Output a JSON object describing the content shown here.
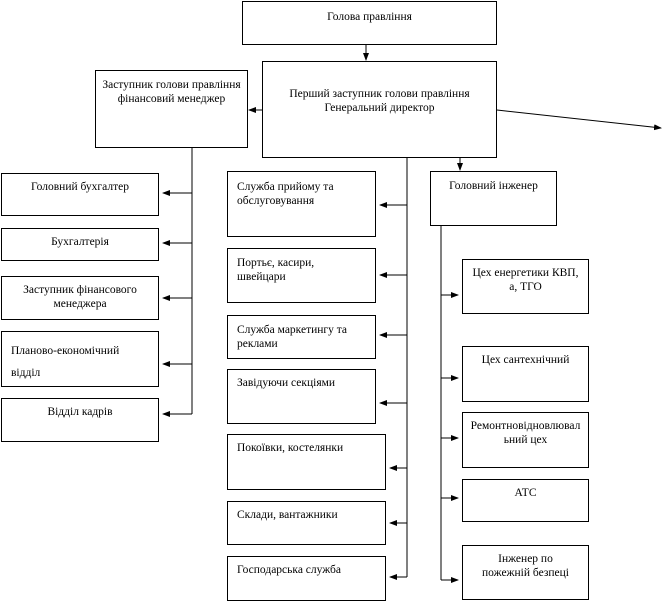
{
  "chart_title": "",
  "nodes": {
    "head": "Голова правління",
    "first_deputy": "Перший заступник голови правління Генеральний директор",
    "deputy_finance": "Заступник голови правління фінансовий менеджер",
    "chief_accountant": "Головний бухгалтер",
    "accounting": "Бухгалтерія",
    "deputy_fin_manager": "Заступник фінансового менеджера",
    "planning_econ": "Планово-економічний відділ",
    "hr": "Відділ кадрів",
    "reception": "Служба прийому та обслуговування",
    "porters": "Портьє, касири, швейцари",
    "marketing": "Служба маркетингу та реклами",
    "section_heads": "Завідуючи секціями",
    "maids": "Покоївки, костелянки",
    "warehouses": "Склади, вантажники",
    "household": "Господарська служба",
    "chief_engineer": "Головний інженер",
    "energy_shop": "Цех енергетики КВП, а, ТГО",
    "plumbing": "Цех сантехнічний",
    "repair": "Ремонтновідновлювальний цех",
    "ats": "АТС",
    "fire_engineer": "Інженер по пожежній безпеці"
  }
}
